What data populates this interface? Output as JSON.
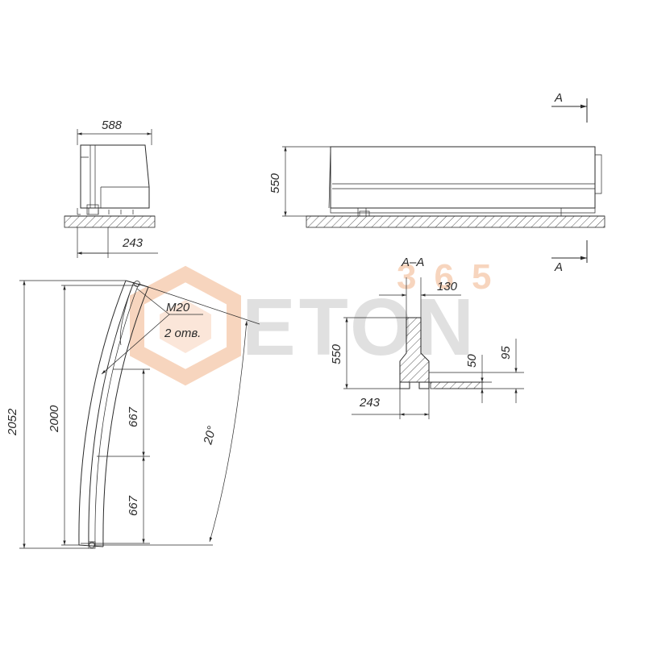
{
  "watermark": {
    "brand": "ETON",
    "number": "365",
    "logo_color": "#f2b48a",
    "text_color": "#c8c8c8"
  },
  "colors": {
    "line": "#2a2a2a",
    "hatch": "#2a2a2a",
    "background": "#ffffff"
  },
  "dimensions": {
    "end_view_width": "588",
    "end_view_base": "243",
    "side_view_height": "550",
    "section_arrow_top": "A",
    "section_arrow_bottom": "A",
    "plan_total": "2052",
    "plan_chord": "2000",
    "plan_segment_1": "667",
    "plan_segment_2": "667",
    "plan_angle": "20°",
    "hole_thread": "M20",
    "hole_count": "2 отв.",
    "section_title": "A–A",
    "section_top_width": "130",
    "section_height": "550",
    "section_base_width": "243",
    "section_step_50": "50",
    "section_step_95": "95"
  }
}
